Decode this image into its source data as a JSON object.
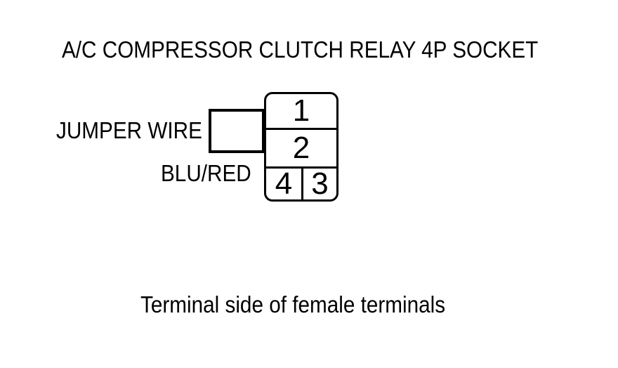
{
  "title": "A/C COMPRESSOR CLUTCH RELAY 4P SOCKET",
  "diagram": {
    "jumper_label": "JUMPER WIRE",
    "wire_color_label": "BLU/RED",
    "socket": {
      "name": "A/C compressor clutch relay 4P socket",
      "pins": {
        "pin1": "1",
        "pin2": "2",
        "pin3": "3",
        "pin4": "4"
      }
    }
  },
  "caption": "Terminal side of female terminals",
  "colors": {
    "line": "#000000",
    "background": "#ffffff"
  }
}
